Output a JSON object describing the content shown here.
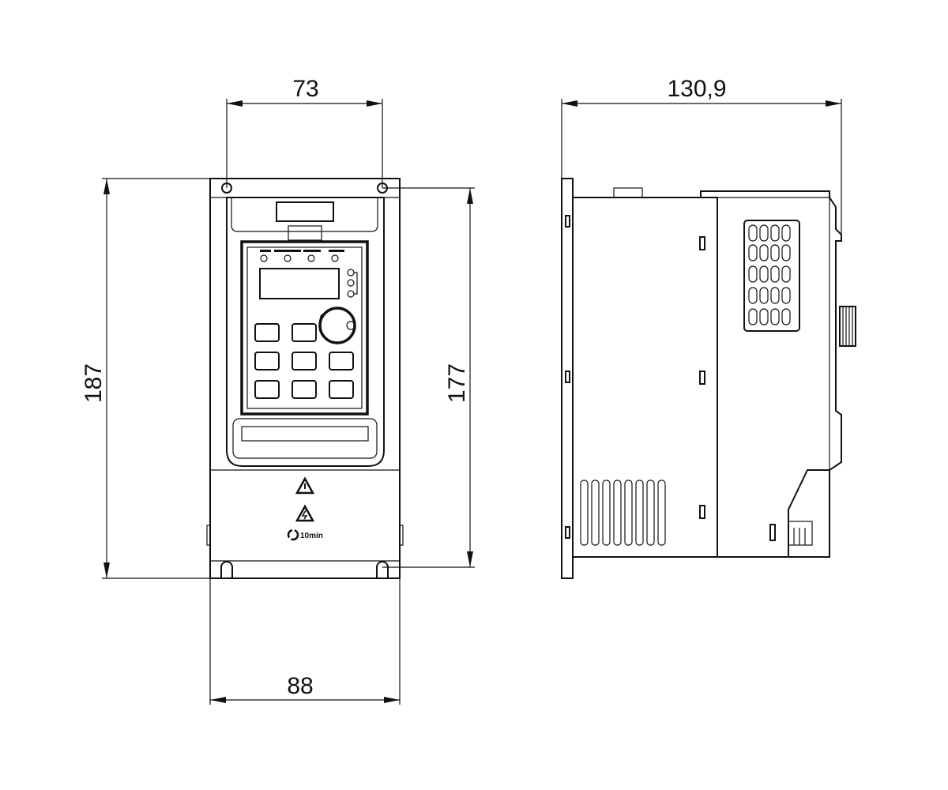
{
  "dimensions": {
    "top_hole_spacing": "73",
    "overall_width": "88",
    "overall_height": "187",
    "hole_spacing_height": "177",
    "depth": "130,9"
  },
  "front_view": {
    "warning_label": "10min"
  }
}
